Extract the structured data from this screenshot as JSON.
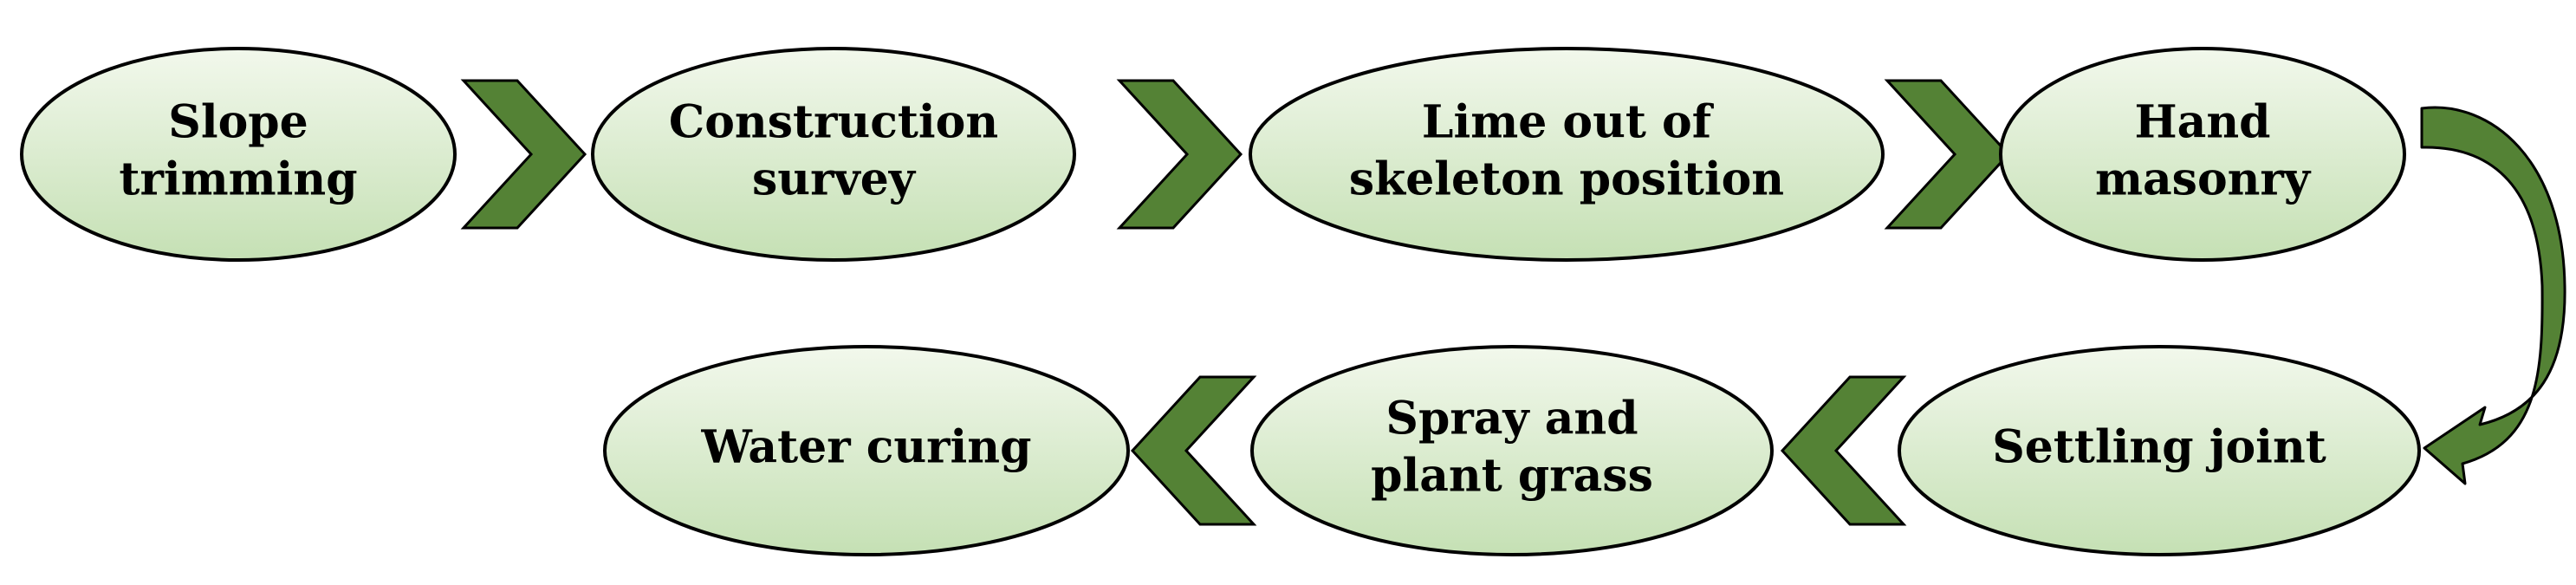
{
  "diagram": {
    "type": "process-flow",
    "colors": {
      "node_fill_light": "#f2f8ec",
      "node_fill_dark": "#c5e0b4",
      "node_stroke": "#000000",
      "arrow_fill": "#548235",
      "text": "#000000"
    },
    "steps": [
      {
        "id": "slope-trimming",
        "lines": [
          "Slope",
          "trimming"
        ]
      },
      {
        "id": "construction-survey",
        "lines": [
          "Construction",
          "survey"
        ]
      },
      {
        "id": "lime-out-skeleton",
        "lines": [
          "Lime out of",
          "skeleton position"
        ]
      },
      {
        "id": "hand-masonry",
        "lines": [
          "Hand",
          "masonry"
        ]
      },
      {
        "id": "settling-joint",
        "lines": [
          "Settling joint"
        ]
      },
      {
        "id": "spray-plant-grass",
        "lines": [
          "Spray and",
          "plant grass"
        ]
      },
      {
        "id": "water-curing",
        "lines": [
          "Water curing"
        ]
      }
    ]
  }
}
